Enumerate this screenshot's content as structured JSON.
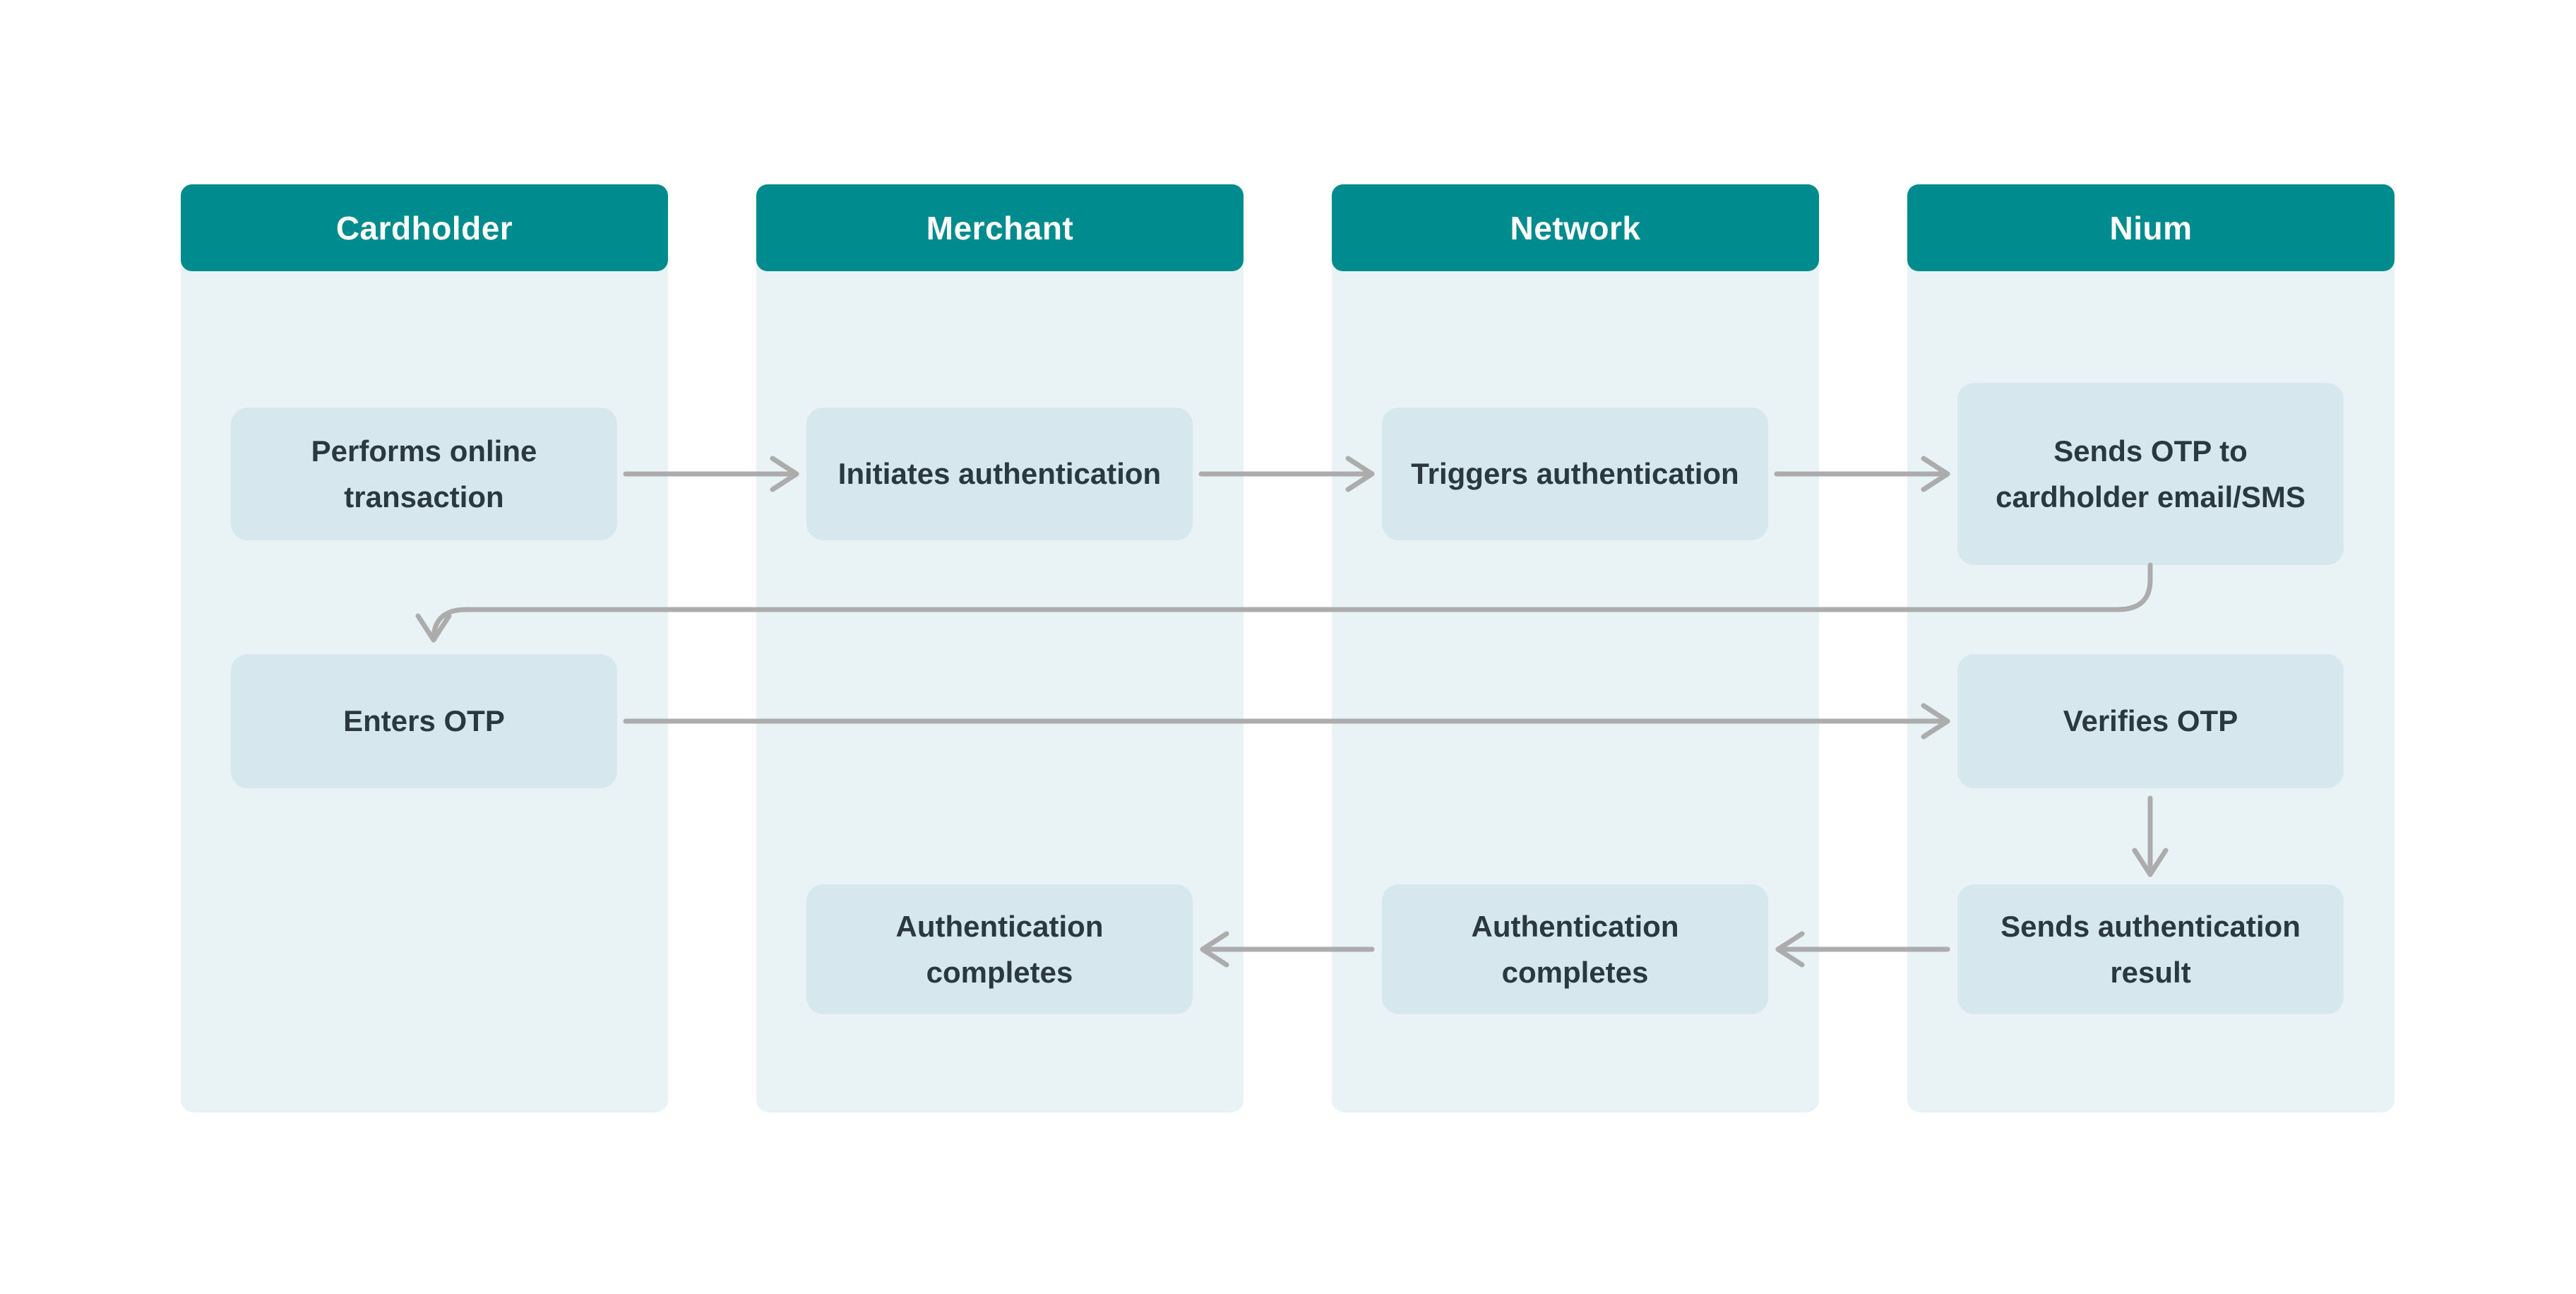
{
  "diagram": {
    "type": "swimlane-flowchart",
    "colors": {
      "header_bg": "#008B8F",
      "header_text": "#FFFFFF",
      "lane_bg": "#E9F2F4",
      "box_bg": "#D6E8ED",
      "box_text": "#2B3840",
      "arrow": "#ACACAC",
      "canvas_bg": "#FFFFFF"
    }
  },
  "lanes": [
    {
      "label": "Cardholder",
      "boxes": [
        {
          "label": "Performs online transaction"
        },
        {
          "label": "Enters OTP"
        }
      ]
    },
    {
      "label": "Merchant",
      "boxes": [
        {
          "label": "Initiates authentication"
        },
        {
          "label": "Authentication completes"
        }
      ]
    },
    {
      "label": "Network",
      "boxes": [
        {
          "label": "Triggers authentication"
        },
        {
          "label": "Authentication completes"
        }
      ]
    },
    {
      "label": "Nium",
      "boxes": [
        {
          "label": "Sends OTP to cardholder email/SMS"
        },
        {
          "label": "Verifies OTP"
        },
        {
          "label": "Sends authentication result"
        }
      ]
    }
  ],
  "connections": [
    {
      "from": "Performs online transaction",
      "to": "Initiates authentication"
    },
    {
      "from": "Initiates authentication",
      "to": "Triggers authentication"
    },
    {
      "from": "Triggers authentication",
      "to": "Sends OTP to cardholder email/SMS"
    },
    {
      "from": "Sends OTP to cardholder email/SMS",
      "to": "Enters OTP"
    },
    {
      "from": "Enters OTP",
      "to": "Verifies OTP"
    },
    {
      "from": "Verifies OTP",
      "to": "Sends authentication result"
    },
    {
      "from": "Sends authentication result",
      "to": "Authentication completes (Network)"
    },
    {
      "from": "Authentication completes (Network)",
      "to": "Authentication completes (Merchant)"
    }
  ]
}
